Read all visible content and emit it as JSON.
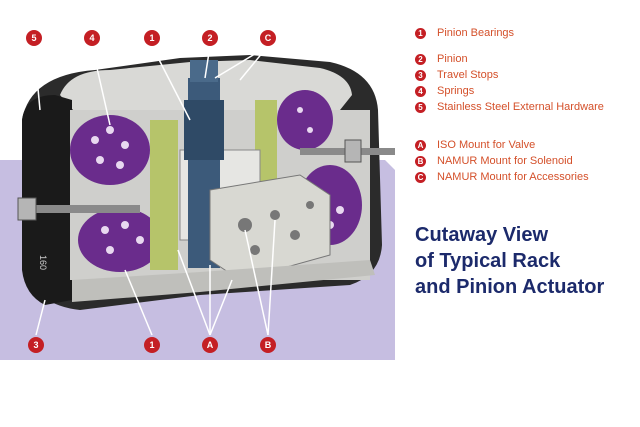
{
  "legend": {
    "numbered": [
      {
        "marker": "1",
        "label": "Pinion Bearings"
      },
      {
        "marker": "2",
        "label": "Pinion"
      },
      {
        "marker": "3",
        "label": "Travel Stops"
      },
      {
        "marker": "4",
        "label": "Springs"
      },
      {
        "marker": "5",
        "label": "Stainless Steel External Hardware"
      }
    ],
    "lettered": [
      {
        "marker": "A",
        "label": "ISO Mount for Valve"
      },
      {
        "marker": "B",
        "label": "NAMUR Mount for Solenoid"
      },
      {
        "marker": "C",
        "label": "NAMUR Mount for Accessories"
      }
    ]
  },
  "caption": {
    "line1": "Cutaway View",
    "line2": "of Typical Rack",
    "line3": "and Pinion Actuator"
  },
  "callouts": {
    "top": [
      "5",
      "4",
      "1",
      "2",
      "C"
    ],
    "bottom": [
      "3",
      "1",
      "A",
      "B"
    ]
  },
  "body_marking": "160",
  "colors": {
    "marker_red": "#c41f24",
    "legend_text": "#d4502a",
    "caption_blue": "#1c2a6b",
    "spring_purple": "#6a2c8c",
    "shadow_lavender": "#bcb3dc"
  }
}
